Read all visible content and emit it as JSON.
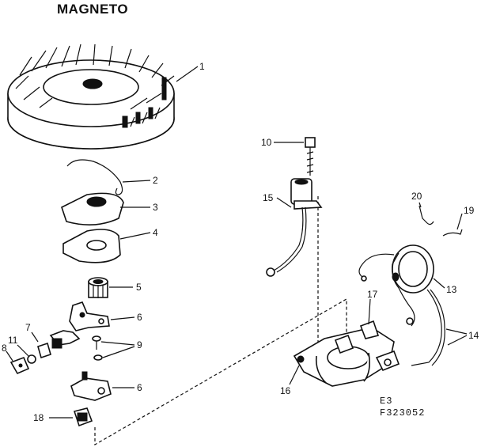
{
  "diagram": {
    "title": "MAGNETO",
    "callouts": {
      "c1": "1",
      "c2": "2",
      "c3": "3",
      "c4": "4",
      "c5": "5",
      "c6a": "6",
      "c6b": "6",
      "c7": "7",
      "c8": "8",
      "c9": "9",
      "c10": "10",
      "c11": "11",
      "c13": "13",
      "c14": "14",
      "c15": "15",
      "c16": "16",
      "c17": "17",
      "c18": "18",
      "c19": "19",
      "c20": "20"
    },
    "codes": {
      "line1": "E3",
      "line2": "F323052"
    }
  }
}
